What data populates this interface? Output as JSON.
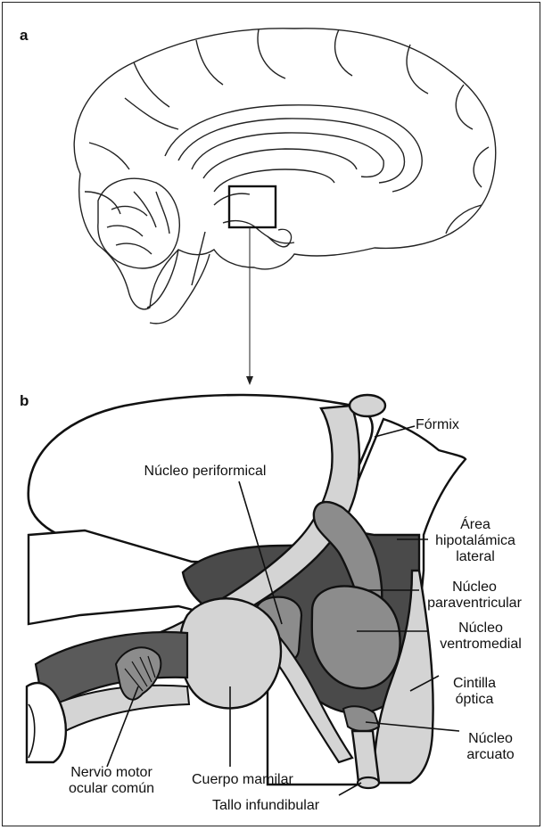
{
  "panels": {
    "a": "a",
    "b": "b"
  },
  "labels": {
    "fornix": "Fórmix",
    "periformical": "Núcleo periformical",
    "area_hipotalamica": "Área\nhipotalámica\nlateral",
    "paraventricular": "Núcleo\nparaventricular",
    "ventromedial": "Núcleo\nventromedial",
    "cintilla": "Cintilla\nóptica",
    "arcuato": "Núcleo\narcuato",
    "nervio": "Nervio motor\nocular común",
    "mamilar": "Cuerpo mamilar",
    "tallo": "Tallo infundibular"
  },
  "colors": {
    "hypothalamus_dark": "#4a4a4a",
    "nucleus_mid": "#8c8c8c",
    "structure_light": "#d4d4d4",
    "outline": "#111111"
  }
}
